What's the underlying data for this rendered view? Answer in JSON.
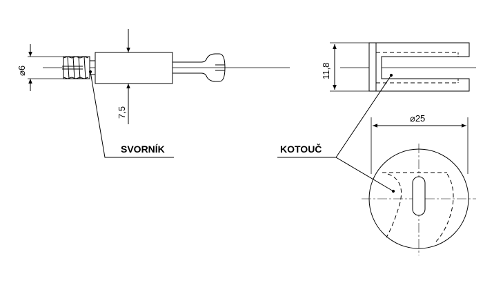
{
  "labels": {
    "bolt": "SVORNÍK",
    "cam": "KOTOUČ"
  },
  "dimensions": {
    "bolt_diameter": "⌀6",
    "bolt_offset": "7,5",
    "cam_height": "11,8",
    "cam_diameter": "⌀25"
  }
}
